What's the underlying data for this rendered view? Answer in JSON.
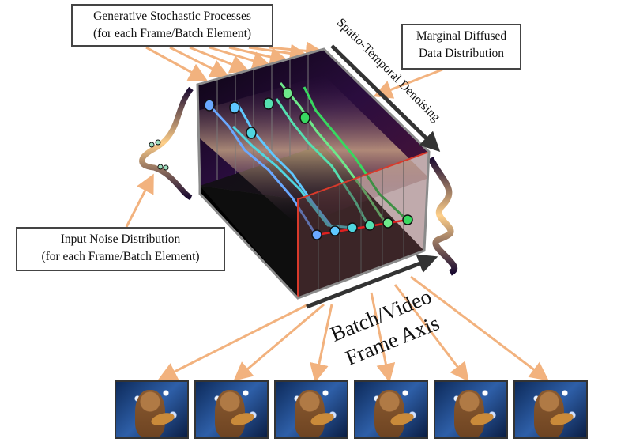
{
  "labels": {
    "generative_line1": "Generative Stochastic Processes",
    "generative_line2": "(for each Frame/Batch Element)",
    "marginal_line1": "Marginal Diffused",
    "marginal_line2": "Data Distribution",
    "noise_line1": "Input Noise Distribution",
    "noise_line2": "(for each Frame/Batch Element)",
    "denoising_axis": "Spatio-Temporal Denoising",
    "frame_axis_line1": "Batch/Video",
    "frame_axis_line2": "Frame Axis"
  },
  "colors": {
    "arrow": "#f2b27e",
    "frame": "#d93a2b",
    "box_edge": "#8a8a8a"
  },
  "frames": [
    "frame-1",
    "frame-2",
    "frame-3",
    "frame-4",
    "frame-5",
    "frame-6"
  ]
}
